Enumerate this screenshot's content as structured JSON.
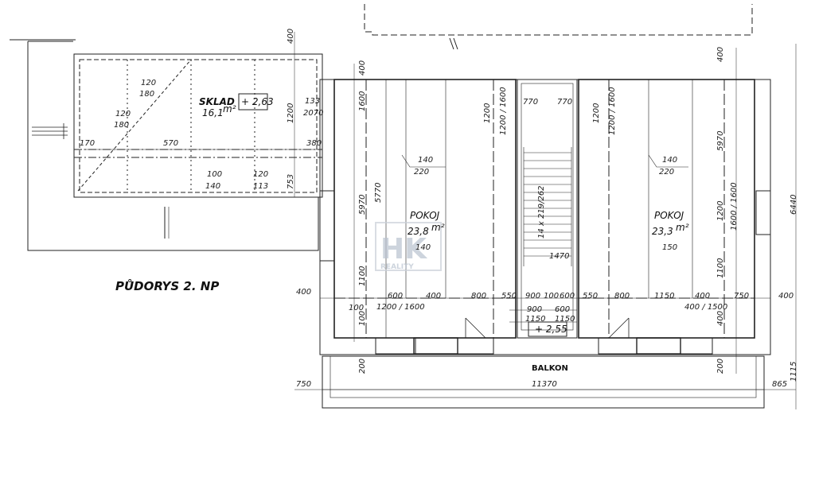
{
  "title": "PŮDORYS 2. NP",
  "rooms": {
    "sklad": {
      "name": "SKLAD",
      "area": "16,1",
      "area_unit": "m²",
      "level": "+ 2,63"
    },
    "pokoj_left": {
      "name": "POKOJ",
      "area": "23,8",
      "area_unit": "m²"
    },
    "pokoj_right": {
      "name": "POKOJ",
      "area": "23,3",
      "area_unit": "m²"
    },
    "stair": {
      "level": "+ 2,55",
      "steps": "14 x 219/262"
    },
    "balkon": {
      "name": "BALKON",
      "length": "11370"
    }
  },
  "watermark": {
    "logo": "HK",
    "text": "REALITY"
  },
  "dimensions": {
    "top_400": "400",
    "sklad_1200": "1200",
    "sklad_753": "753",
    "sklad_133": "133",
    "sklad_2070": "2070",
    "sklad_170": "170",
    "sklad_570": "570",
    "sklad_380": "380",
    "sklad_120_180_a": "120",
    "sklad_120_180_b": "180",
    "sklad_120_180_c": "120",
    "sklad_120_180_d": "180",
    "sklad_100": "100",
    "sklad_140": "140",
    "sklad_120b": "120",
    "sklad_113": "113",
    "left_400a": "400",
    "left_1600": "1600",
    "left_5970": "5970",
    "left_5770": "5770",
    "left_1100": "1100",
    "left_400b": "400",
    "left_100a": "100",
    "left_100b": "100",
    "left_200": "200",
    "mid_1200_l": "1200",
    "mid_1200_1600_l": "1200 / 1600",
    "stair_770a": "770",
    "stair_770b": "770",
    "mid_1200_r": "1200",
    "mid_1200_1600_r": "1200 / 1600",
    "left_140": "140",
    "left_220": "220",
    "left_140b": "140",
    "stair_1470": "1470",
    "right_140": "140",
    "right_220": "220",
    "right_150": "150",
    "right_400": "400",
    "right_5970": "5970",
    "right_1200": "1200",
    "right_1600_1600": "1600 / 1600",
    "right_1100": "1100",
    "right_6440": "6440",
    "right_400b": "400",
    "right_400c": "400",
    "right_200": "200",
    "right_1115": "1115",
    "row_600": "600",
    "row_1200_1600": "1200 / 1600",
    "row_400": "400",
    "row_800": "800",
    "row_550": "550",
    "row_900a": "900",
    "row_100": "100",
    "row_600b": "600",
    "row_550b": "550",
    "row_800b": "800",
    "row_1150": "1150",
    "row_400b": "400",
    "row_400_1500": "400 / 1500",
    "row_750": "750",
    "row2_900": "900",
    "row2_600": "600",
    "row3_1150a": "1150",
    "row3_1150b": "1150",
    "bal_750": "750",
    "bal_865": "865"
  }
}
